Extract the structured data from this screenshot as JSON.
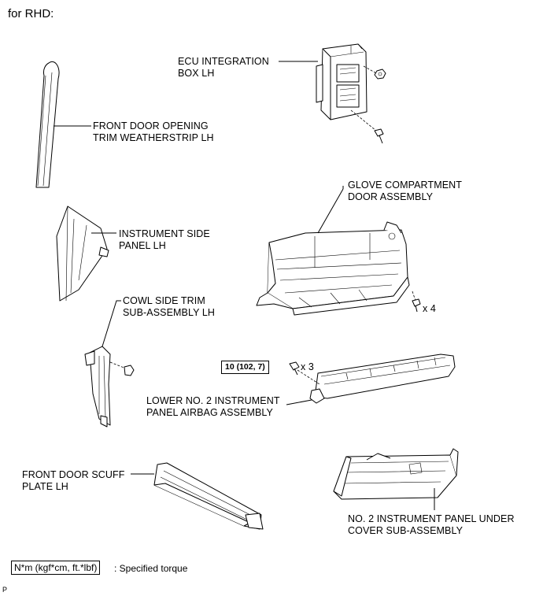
{
  "title": "for RHD:",
  "parts": {
    "ecu_box": "ECU INTEGRATION\nBOX LH",
    "weatherstrip": "FRONT DOOR OPENING\nTRIM WEATHERSTRIP LH",
    "glove_door": "GLOVE COMPARTMENT\nDOOR ASSEMBLY",
    "side_panel": "INSTRUMENT SIDE\nPANEL LH",
    "cowl_trim": "COWL SIDE TRIM\nSUB-ASSEMBLY LH",
    "airbag": "LOWER NO. 2 INSTRUMENT\nPANEL AIRBAG ASSEMBLY",
    "scuff_plate": "FRONT DOOR SCUFF\nPLATE LH",
    "under_cover": "NO. 2 INSTRUMENT PANEL UNDER\nCOVER SUB-ASSEMBLY"
  },
  "quantities": {
    "glove_screws": "x 4",
    "airbag_bolts": "x 3"
  },
  "torque": "10 (102, 7)",
  "legend": {
    "unit_box": "N*m (kgf*cm, ft.*lbf)",
    "text": ": Specified torque"
  },
  "corner_mark": "P"
}
